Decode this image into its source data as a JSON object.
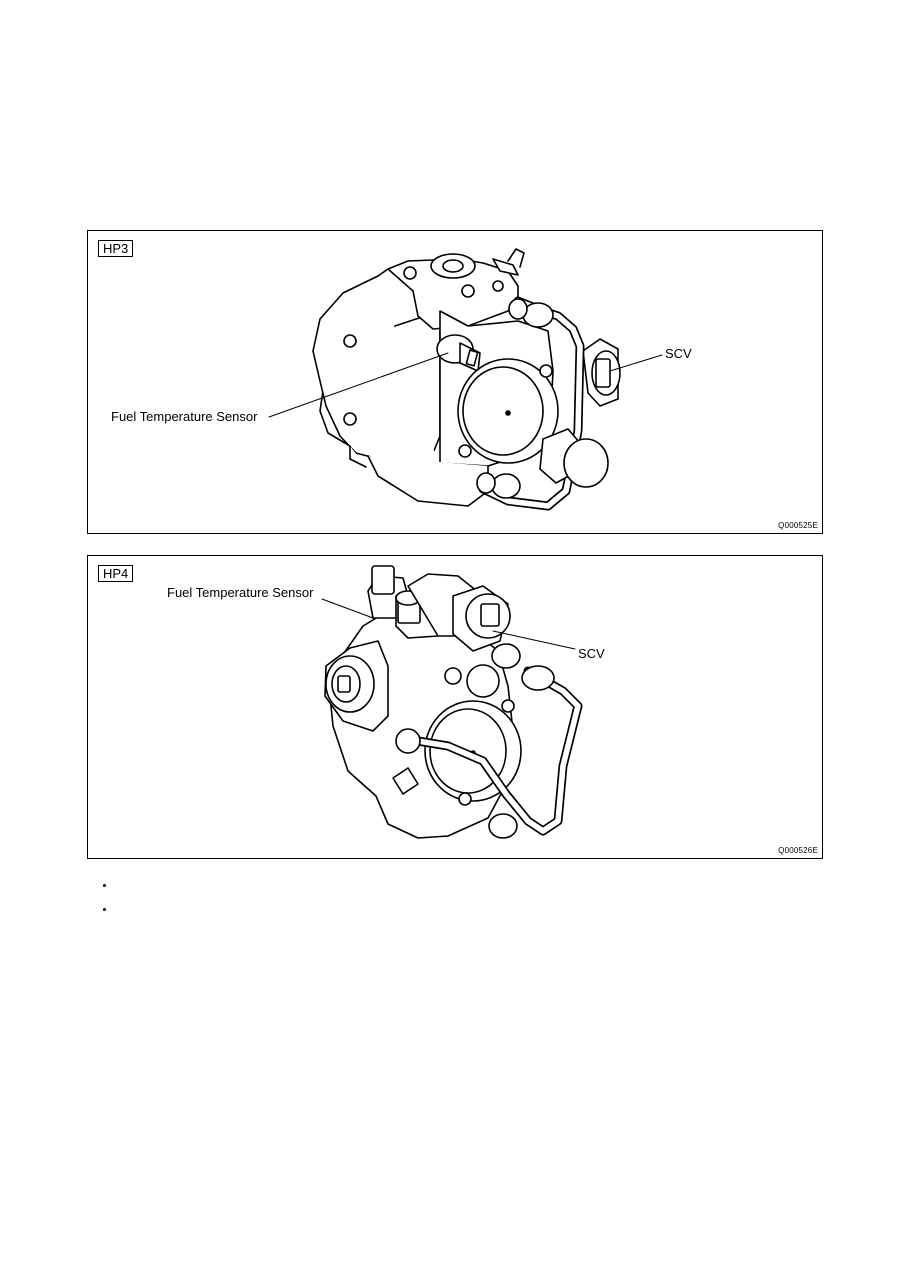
{
  "figures": [
    {
      "tag": "HP3",
      "code": "Q000525E",
      "callouts": {
        "fuel_temperature_sensor": "Fuel Temperature Sensor",
        "scv": "SCV"
      }
    },
    {
      "tag": "HP4",
      "code": "Q000526E",
      "callouts": {
        "fuel_temperature_sensor": "Fuel Temperature Sensor",
        "scv": "SCV"
      }
    }
  ],
  "bullets": [
    "",
    ""
  ]
}
